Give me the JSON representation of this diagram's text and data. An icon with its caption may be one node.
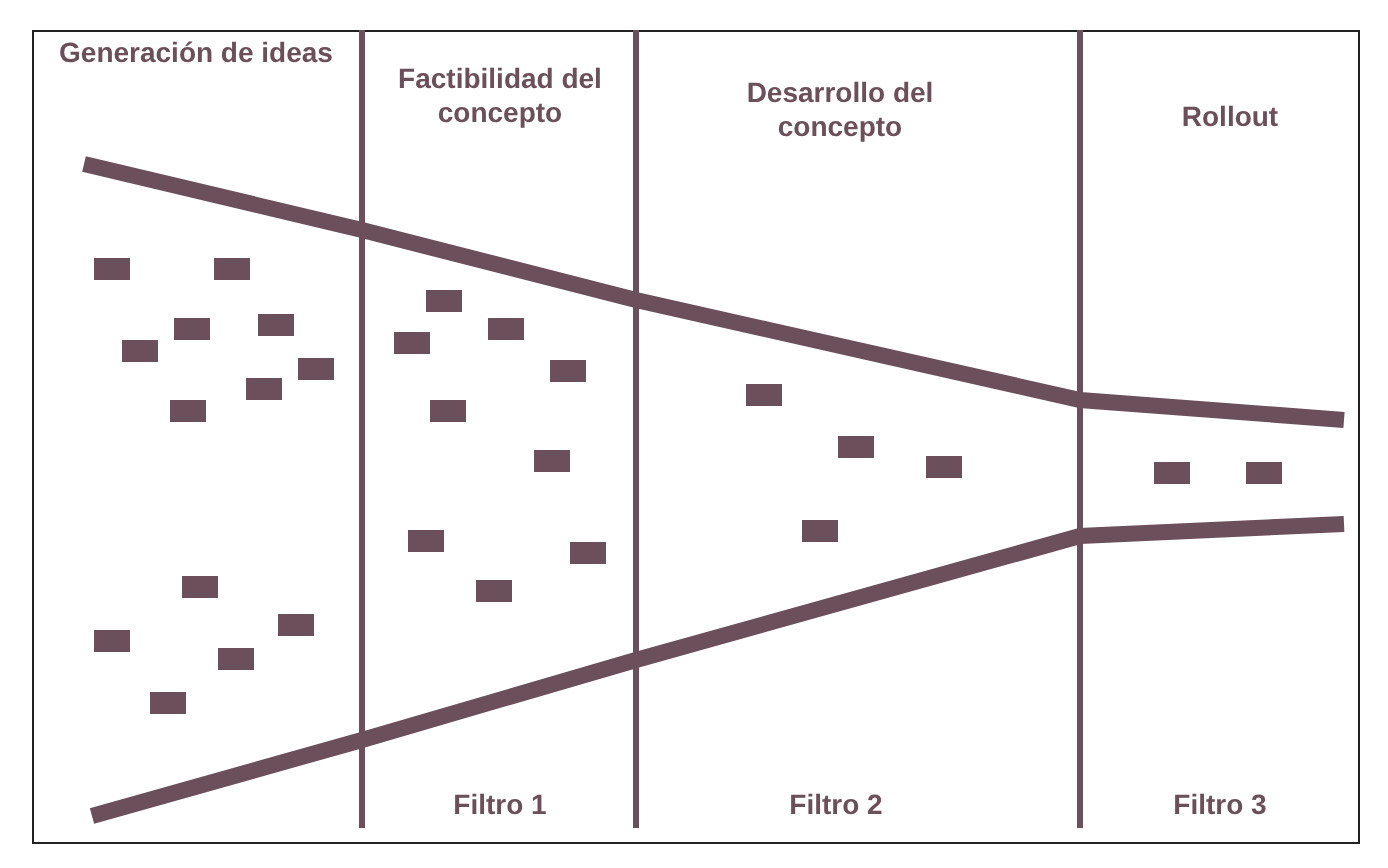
{
  "diagram": {
    "labels": [
      "Generación de ideas",
      "Factibilidad del concepto",
      "Desarrollo del concepto",
      "Rollout",
      "Filtro 1",
      "Filtro 2",
      "Filtro 3"
    ]
  }
}
